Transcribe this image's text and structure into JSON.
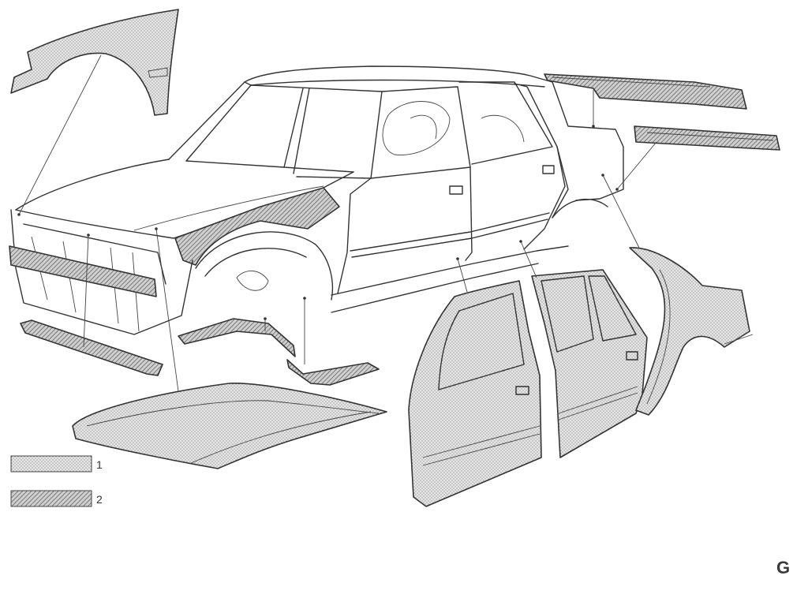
{
  "legend": {
    "items": [
      {
        "number": "1",
        "fill": "stipple"
      },
      {
        "number": "2",
        "fill": "hatch"
      }
    ]
  },
  "page_letter": "G",
  "colors": {
    "line": "#333333",
    "background": "#ffffff",
    "stipple": "#d8d8d8",
    "hatch": "#9a9a9a"
  }
}
